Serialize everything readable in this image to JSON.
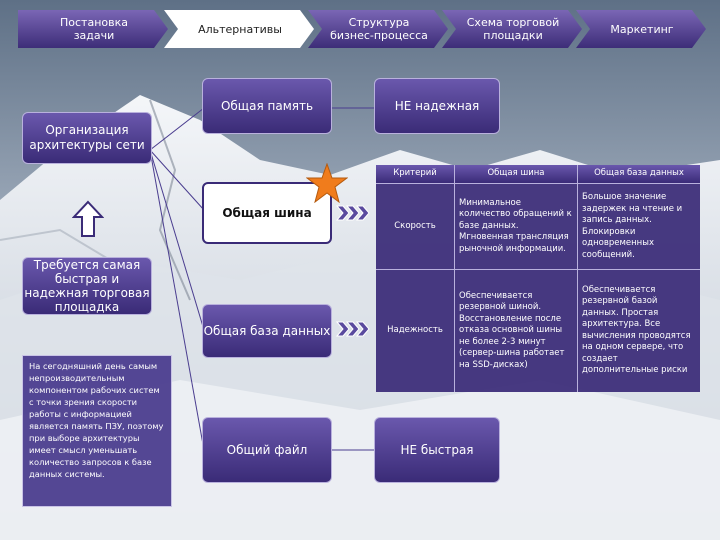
{
  "nav": {
    "steps": [
      {
        "label": "Постановка задачи"
      },
      {
        "label": "Альтернативы"
      },
      {
        "label": "Структура бизнес-процесса"
      },
      {
        "label": "Схема торговой площадки"
      },
      {
        "label": "Маркетинг"
      }
    ]
  },
  "left": {
    "org_label": "Организация архитектуры сети",
    "requirement": "Требуется самая быстрая и надежная торговая площадка",
    "note": "На сегодняшний день самым непроизводительным компонентом рабочих систем с точки зрения скорости работы с информацией является память ПЗУ, поэтому при выборе архитектуры имеет смысл уменьшать количество запросов к базе данных системы."
  },
  "options": {
    "shared_memory": "Общая память",
    "shared_bus": "Общая шина",
    "shared_db": "Общая база данных",
    "shared_file": "Общий файл"
  },
  "verdicts": {
    "unreliable": "НЕ надежная",
    "not_fast": "НЕ быстрая"
  },
  "table": {
    "headers": [
      "Критерий",
      "Общая шина",
      "Общая база данных"
    ],
    "rows": [
      {
        "criterion": "Скорость",
        "bus": "Минимальное количество обращений к базе данных. Мгновенная трансляция рыночной информации.",
        "db": "Большое значение задержек на чтение и запись данных. Блокировки одновременных сообщений."
      },
      {
        "criterion": "Надежность",
        "bus": "Обеспечивается резервной шиной. Восстановление после отказа основной шины не более 2-3 минут (сервер-шина работает на SSD-дисках)",
        "db": "Обеспечивается резервной базой данных. Простая архитектура. Все вычисления проводятся на одном сервере, что создает дополнительные риски"
      }
    ]
  },
  "colors": {
    "brand_purple": "#3a2b77",
    "star": "#f07c1c",
    "arrow": "#3a2b77"
  },
  "icons": [
    "star-icon",
    "up-arrow-icon",
    "chevron-arrows-icon"
  ]
}
